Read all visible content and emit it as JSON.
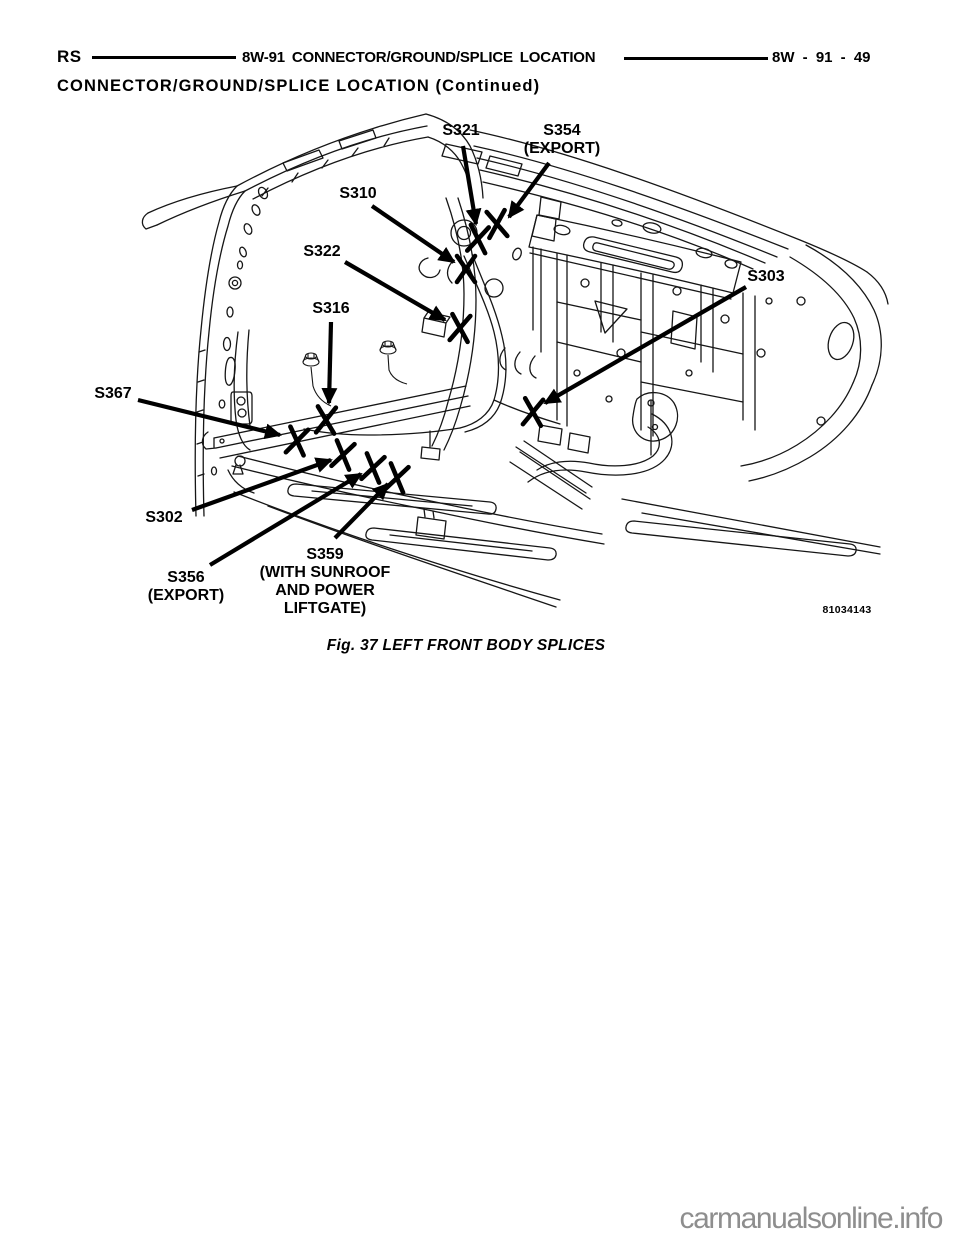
{
  "header": {
    "doc_code": "RS",
    "title": "8W-91 CONNECTOR/GROUND/SPLICE LOCATION",
    "page_code": "8W - 91 - 49",
    "section_title": "CONNECTOR/GROUND/SPLICE LOCATION (Continued)"
  },
  "figure": {
    "caption": "Fig. 37 LEFT FRONT BODY SPLICES",
    "drawing_number": "81034143",
    "labels": [
      {
        "id": "S321",
        "lines": [
          "S321"
        ]
      },
      {
        "id": "S354",
        "lines": [
          "S354",
          "(EXPORT)"
        ]
      },
      {
        "id": "S310",
        "lines": [
          "S310"
        ]
      },
      {
        "id": "S322",
        "lines": [
          "S322"
        ]
      },
      {
        "id": "S316",
        "lines": [
          "S316"
        ]
      },
      {
        "id": "S367",
        "lines": [
          "S367"
        ]
      },
      {
        "id": "S302",
        "lines": [
          "S302"
        ]
      },
      {
        "id": "S356",
        "lines": [
          "S356",
          "(EXPORT)"
        ]
      },
      {
        "id": "S359",
        "lines": [
          "S359",
          "(WITH SUNROOF",
          "AND POWER",
          "LIFTGATE)"
        ]
      },
      {
        "id": "S303",
        "lines": [
          "S303"
        ]
      }
    ]
  },
  "watermark": "carmanualsonline.info",
  "colors": {
    "ink": "#000000",
    "paper": "#ffffff",
    "watermark_gray": "#8e8e8e"
  }
}
